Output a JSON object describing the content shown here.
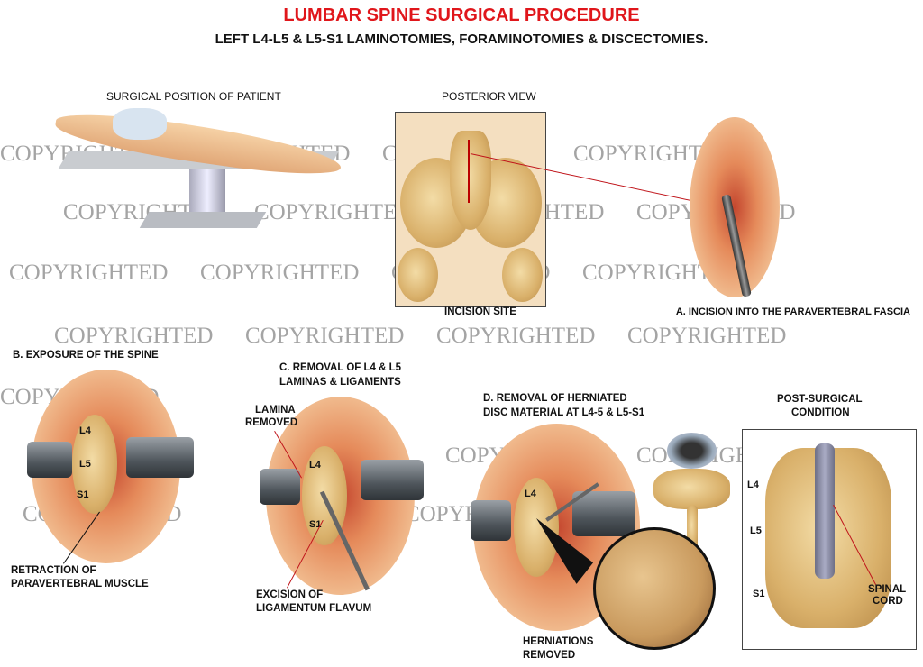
{
  "header": {
    "title": "LUMBAR SPINE SURGICAL PROCEDURE",
    "subtitle": "LEFT L4-L5 & L5-S1 LAMINOTOMIES, FORAMINOTOMIES & DISCECTOMIES."
  },
  "colors": {
    "title": "#e0161b",
    "pointer_line": "#c0151b"
  },
  "watermark": "COPYRIGHTED",
  "panels": {
    "position": {
      "caption": "SURGICAL POSITION OF PATIENT"
    },
    "posterior": {
      "caption": "POSTERIOR VIEW",
      "label": "INCISION SITE"
    },
    "a": {
      "caption": "A. INCISION INTO THE PARAVERTEBRAL FASCIA"
    },
    "b": {
      "caption": "B. EXPOSURE OF THE SPINE",
      "l4": "L4",
      "l5": "L5",
      "s1": "S1",
      "note_1": "RETRACTION OF",
      "note_2": "PARAVERTEBRAL MUSCLE"
    },
    "c": {
      "caption_1": "C. REMOVAL OF L4 & L5",
      "caption_2": "LAMINAS & LIGAMENTS",
      "lamina_1": "LAMINA",
      "lamina_2": "REMOVED",
      "l4": "L4",
      "s1": "S1",
      "note_1": "EXCISION OF",
      "note_2": "LIGAMENTUM FLAVUM"
    },
    "d": {
      "caption_1": "D. REMOVAL OF HERNIATED",
      "caption_2": "DISC MATERIAL AT L4-5 & L5-S1",
      "l4": "L4",
      "note_1": "HERNIATIONS",
      "note_2": "REMOVED"
    },
    "post": {
      "caption_1": "POST-SURGICAL",
      "caption_2": "CONDITION",
      "l4": "L4",
      "l5": "L5",
      "s1": "S1",
      "cord_1": "SPINAL",
      "cord_2": "CORD"
    }
  }
}
